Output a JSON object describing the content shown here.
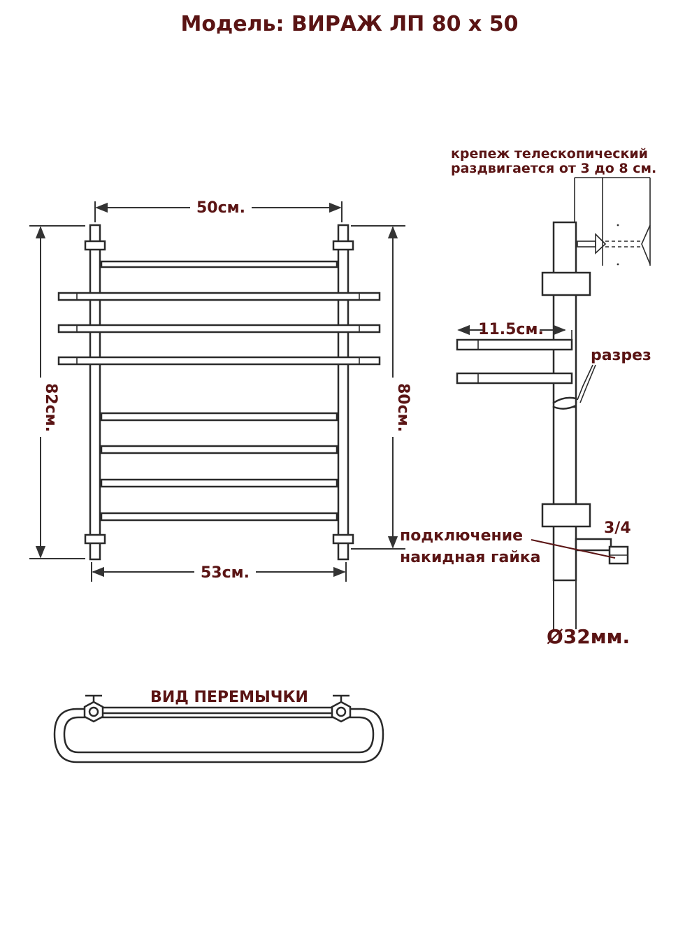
{
  "title": "Модель: ВИРАЖ ЛП 80 х 50",
  "labels": {
    "width_top": "50см.",
    "width_bottom": "53см.",
    "height_left": "82см.",
    "height_right": "80см.",
    "shelf_depth": "11.5см.",
    "mount_line1": "крепеж телескопический",
    "mount_line2": "раздвигается от 3 до 8 см.",
    "section": "разрез",
    "connection_line1": "подключение",
    "connection_line2": "накидная гайка",
    "thread": "3/4",
    "diameter": "Ø32мм.",
    "jumper_view": "ВИД ПЕРЕМЫЧКИ"
  },
  "colors": {
    "text": "#5a1414",
    "line": "#2a2a2a"
  }
}
